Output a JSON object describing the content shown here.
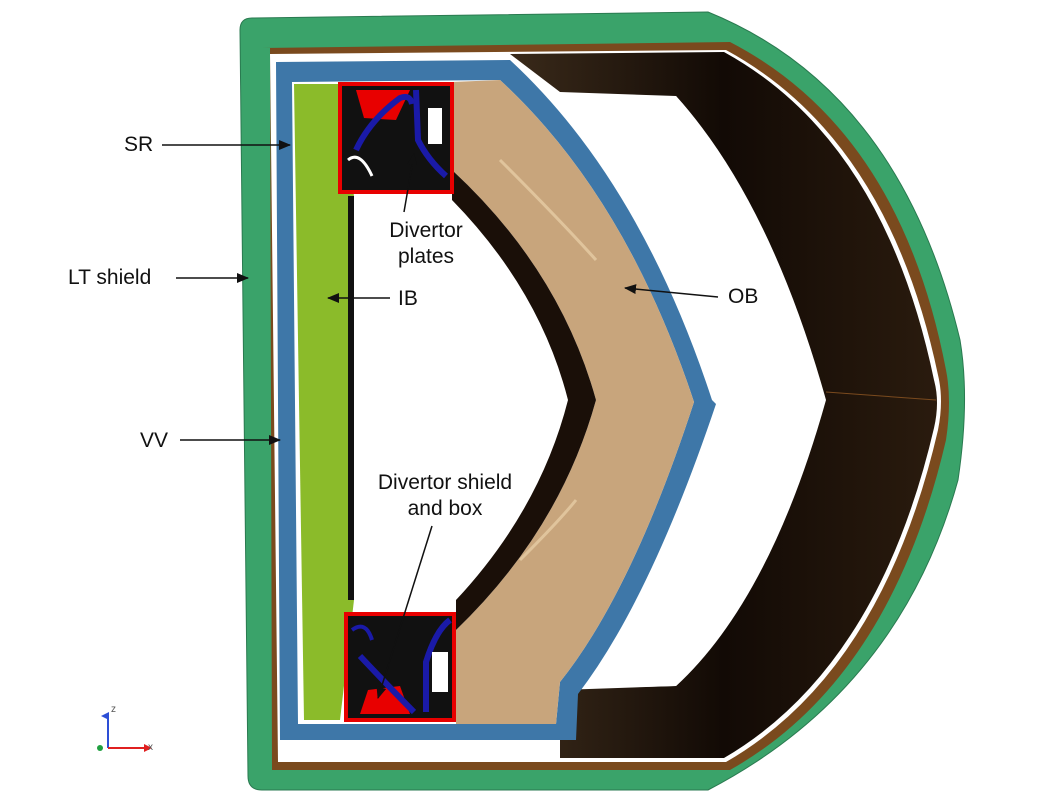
{
  "labels": {
    "sr": "SR",
    "lt_shield": "LT shield",
    "ib": "IB",
    "vv": "VV",
    "ob": "OB",
    "divertor_plates_line1": "Divertor",
    "divertor_plates_line2": "plates",
    "divertor_shield_line1": "Divertor shield",
    "divertor_shield_line2": "and box"
  },
  "axes": {
    "z": "z",
    "x": "x"
  },
  "colors": {
    "lt_shield": "#3aa36a",
    "vv": "#7a4a1e",
    "sr": "#3e77a8",
    "ib": "#8bbb2a",
    "ob": "#c8a57c",
    "divertor": "#e80000",
    "divertor_plates": "#1a1aa8",
    "plasma_chamber": "#1a0f08"
  }
}
